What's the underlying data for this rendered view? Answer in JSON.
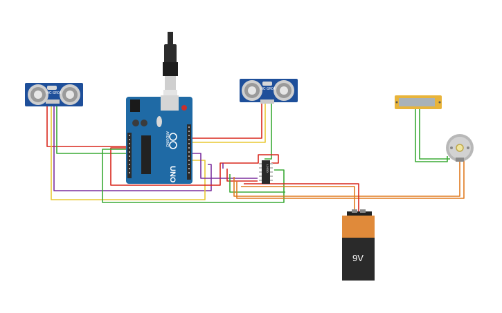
{
  "circuit": {
    "sensor_left": {
      "label": "HC-SR04"
    },
    "sensor_right": {
      "label": "HC-SR04"
    },
    "arduino": {
      "model": "UNO",
      "brand": "ARDUINO"
    },
    "driver_chip": {
      "label": "L293D"
    },
    "battery": {
      "label": "9V"
    }
  },
  "colors": {
    "wire_red": "#d9261c",
    "wire_green": "#3aaa35",
    "wire_purple": "#7b2f9e",
    "wire_yellow": "#e8c832",
    "wire_orange": "#e07a1f",
    "arduino_blue": "#1f6aa5",
    "sensor_blue": "#1e4f9a",
    "lcd_gold": "#e8b43a",
    "battery_orange": "#e08a3a"
  }
}
